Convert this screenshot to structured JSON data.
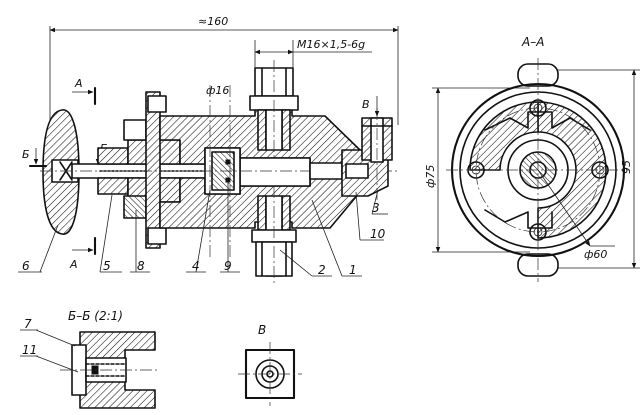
{
  "dimensions": {
    "overall_length": "≈160",
    "thread": "M16×1,5-6g",
    "bore_diameter": "ф16",
    "body_diameter": "ф75",
    "flange_height": "95",
    "bolt_circle": "ф60"
  },
  "views": {
    "section_aa": "А–А",
    "section_bb": "Б–Б (2:1)",
    "view_v": "В"
  },
  "section_markers": {
    "a_top": "А",
    "a_bottom": "А",
    "b_left": "Б",
    "b_right": "Б",
    "v_arrow": "В"
  },
  "part_numbers": {
    "p1": "1",
    "p2": "2",
    "p3": "3",
    "p4": "4",
    "p5": "5",
    "p6": "6",
    "p7": "7",
    "p8": "8",
    "p9": "9",
    "p10": "10",
    "p11": "11"
  }
}
